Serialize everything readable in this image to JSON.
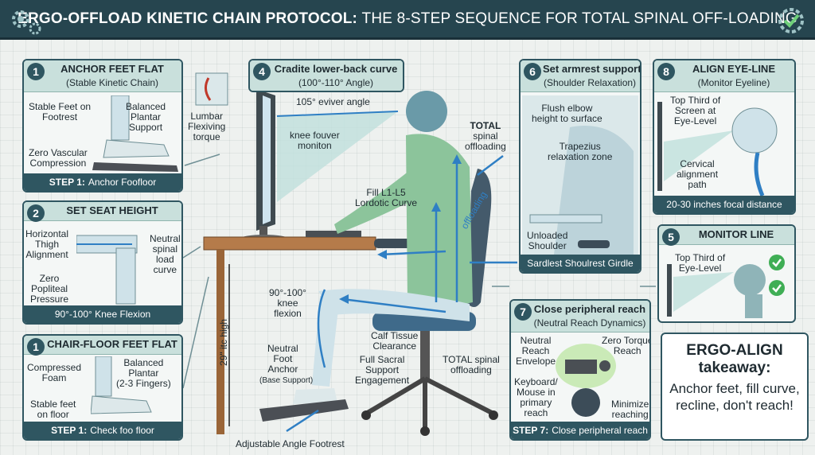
{
  "header": {
    "title_bold": "ERGO-OFFLOAD KINETIC CHAIN PROTOCOL:",
    "title_light": "THE 8-STEP SEQUENCE FOR TOTAL SPINAL OFF-LOADING"
  },
  "panel1": {
    "num": "1",
    "title": "ANCHOR FEET FLAT",
    "subtitle": "(Stable Kinetic Chain)",
    "label_stable": "Stable Feet on\nFootrest",
    "label_plantar": "Balanced\nPlantar\nSupport",
    "label_vascular": "Zero Vascular\nCompression",
    "footer_step": "STEP 1:",
    "footer_text": "Anchor Foofloor"
  },
  "panel2": {
    "num": "2",
    "title": "SET SEAT HEIGHT",
    "label_thigh": "Horizontal\nThigh\nAlignment",
    "label_popliteal": "Zero\nPopliteal\nPressure",
    "label_neutral": "Neutral\nspinal\nload\ncurve",
    "footer_text": "90°-100° Knee Flexion"
  },
  "panel3": {
    "num": "1",
    "title": "CHAIR-FLOOR  FEET FLAT",
    "label_foam": "Compressed\nFoam",
    "label_plantar": "Balanced\nPlantar\n(2-3 Fingers)",
    "label_floor": "Stable feet\non floor",
    "footer_step": "STEP 1:",
    "footer_text": "Check foo floor"
  },
  "panel4": {
    "num": "4",
    "title": "Cradite lower-back curve",
    "subtitle": "(100°-110° Angle)"
  },
  "panel6": {
    "num": "6",
    "title": "Set armrest support",
    "subtitle": "(Shoulder Relaxation)",
    "label_elbow": "Flush elbow\nheight to surface",
    "label_trapezius": "Trapezius\nrelaxation zone",
    "label_unloaded": "Unloaded\nShoulder",
    "footer_text": "Sardlest Shoulrest Girdle"
  },
  "panel8": {
    "num": "8",
    "title": "ALIGN EYE-LINE",
    "subtitle": "(Monitor Eyeline)",
    "label_top": "Top Third of\nScreen at\nEye-Level",
    "label_cervical": "Cervical\nalignment\npath",
    "footer_text": "20-30 inches focal distance"
  },
  "panel5": {
    "num": "5",
    "title": "MONITOR LINE",
    "label_top": "Top Third of\nEye-Level"
  },
  "panel7": {
    "num": "7",
    "title": "Close peripheral reach",
    "subtitle": "(Neutral Reach Dynamics)",
    "label_envelope": "Neutral\nReach\nEnvelope",
    "label_torque": "Zero Torque\nReach",
    "label_keyboard": "Keyboard/\nMouse in\nprimary\nreach",
    "label_minimize": "Minimize\nreaching",
    "footer_step": "STEP 7:",
    "footer_text": "Close peripheral reach"
  },
  "center": {
    "lumbar": "Lumbar\nFlexiving\ntorque",
    "angle": "105° eviver angle",
    "knee_fouver": "knee fouver\nmoniton",
    "total_bold": "TOTAL",
    "total_rest": "spinal\noffloading",
    "fill": "Fill L1-L5\nLordotic Curve",
    "offloading": "offloading",
    "knee_flexion": "90°-100°\nknee\nflexion",
    "desk_height": "29\" itc high",
    "calf": "Calf Tissue\nClearance",
    "sacral": "Full Sacral\nSupport\nEngagement",
    "total2": "TOTAL spinal\noffloading",
    "neutral_foot": "Neutral\nFoot\nAnchor",
    "base_support": "(Base Support)",
    "footrest": "Adjustable Angle Footrest"
  },
  "takeaway": {
    "line1": "ERGO-ALIGN",
    "line2": "takeaway:",
    "line3": "Anchor feet, fill curve, recline, don't reach!"
  },
  "colors": {
    "header_bg": "#26454f",
    "panel_border": "#2f5661",
    "panel_head": "#c9e0dc",
    "accent_blue": "#2f7fc4",
    "check_green": "#3fae55"
  }
}
